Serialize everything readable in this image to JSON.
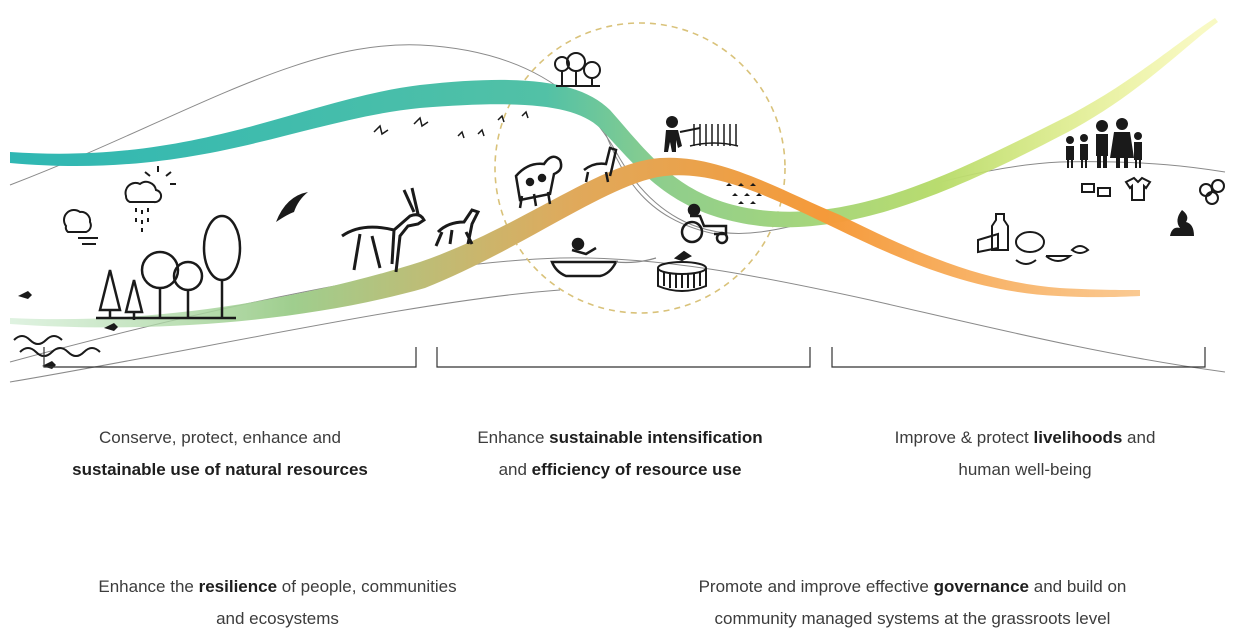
{
  "colors": {
    "teal_band": "#2fb7b3",
    "green_band": "#8fce8c",
    "lime_band": "#e8ec5a",
    "orange_band": "#f59a3a",
    "circle_dashes": "#d9c27a",
    "bracket": "#333333",
    "icon_ink": "#1a1a1a"
  },
  "icons": [
    "fish-icon",
    "wave-icon",
    "cloud-icon",
    "rain-cloud-icon",
    "sun-icon",
    "tree-icon",
    "bird-icon",
    "butterfly-icon",
    "antelope-icon",
    "deer-icon",
    "cow-icon",
    "goat-icon",
    "farmer-icon",
    "tractor-icon",
    "boat-icon",
    "fish-cage-icon",
    "family-icon",
    "food-icon",
    "campfire-icon",
    "firewood-icon",
    "clothes-icon"
  ],
  "objectives": [
    {
      "pre": "Conserve, protect, enhance and",
      "bold": "sustainable use of natural resources",
      "post": ""
    },
    {
      "pre": "Enhance",
      "bold": "sustainable intensification",
      "mid": "and",
      "bold2": "efficiency of resource use"
    },
    {
      "pre": "Improve & protect",
      "bold": "livelihoods",
      "post": "and",
      "line2": "human well-being"
    }
  ],
  "cross_cutting": [
    {
      "pre": "Enhance the",
      "bold": "resilience",
      "post": "of people, communities",
      "line2": "and ecosystems"
    },
    {
      "pre": "Promote and improve effective",
      "bold": "governance",
      "post": "and build on",
      "line2": "community managed systems at the grassroots level"
    }
  ]
}
